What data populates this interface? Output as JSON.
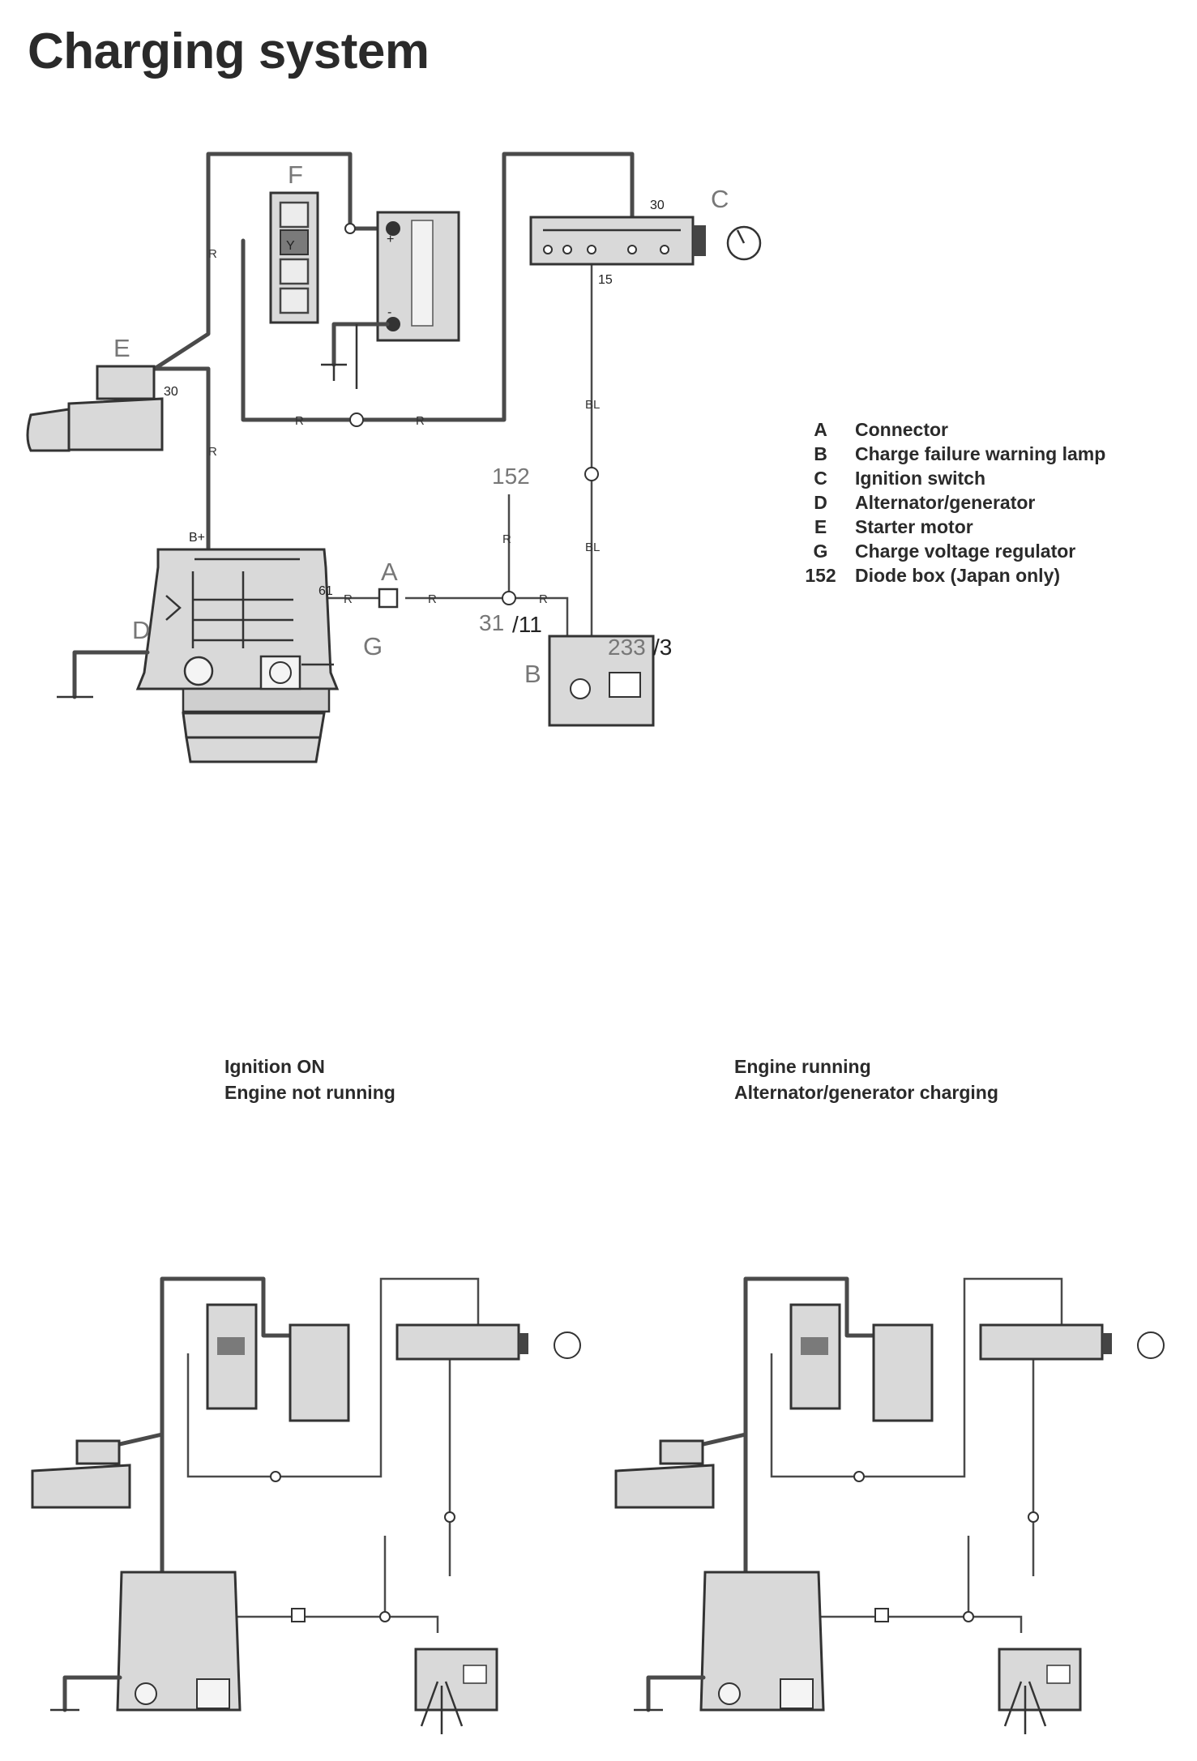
{
  "title": "Charging system",
  "diagram_labels": {
    "F": "F",
    "C": "C",
    "E": "E",
    "D": "D",
    "A": "A",
    "B": "B",
    "G": "G",
    "diode_box": "152",
    "ground_point_main": "31",
    "ground_point_sub": "/11",
    "lamp_ref_main": "233",
    "lamp_ref_sub": "/3",
    "terminal_30_switch": "30",
    "terminal_15": "15",
    "terminal_30_starter": "30",
    "terminal_61": "61",
    "terminal_b_plus": "B+",
    "battery_plus": "+",
    "battery_minus": "-",
    "relay_y": "Y",
    "wire_r": "R",
    "wire_bl": "BL"
  },
  "legend": [
    {
      "key": "A",
      "desc": "Connector"
    },
    {
      "key": "B",
      "desc": "Charge failure warning lamp"
    },
    {
      "key": "C",
      "desc": "Ignition switch"
    },
    {
      "key": "D",
      "desc": "Alternator/generator"
    },
    {
      "key": "E",
      "desc": "Starter motor"
    },
    {
      "key": "G",
      "desc": "Charge voltage regulator"
    },
    {
      "key": "152",
      "desc": "Diode box (Japan only)"
    }
  ],
  "captions": {
    "left_line1": "Ignition ON",
    "left_line2": "Engine not running",
    "right_line1": "Engine running",
    "right_line2": "Alternator/generator charging"
  },
  "colors": {
    "component_fill": "#d9d9d9",
    "wire": "#4a4a4a",
    "label_grey": "#777777"
  }
}
